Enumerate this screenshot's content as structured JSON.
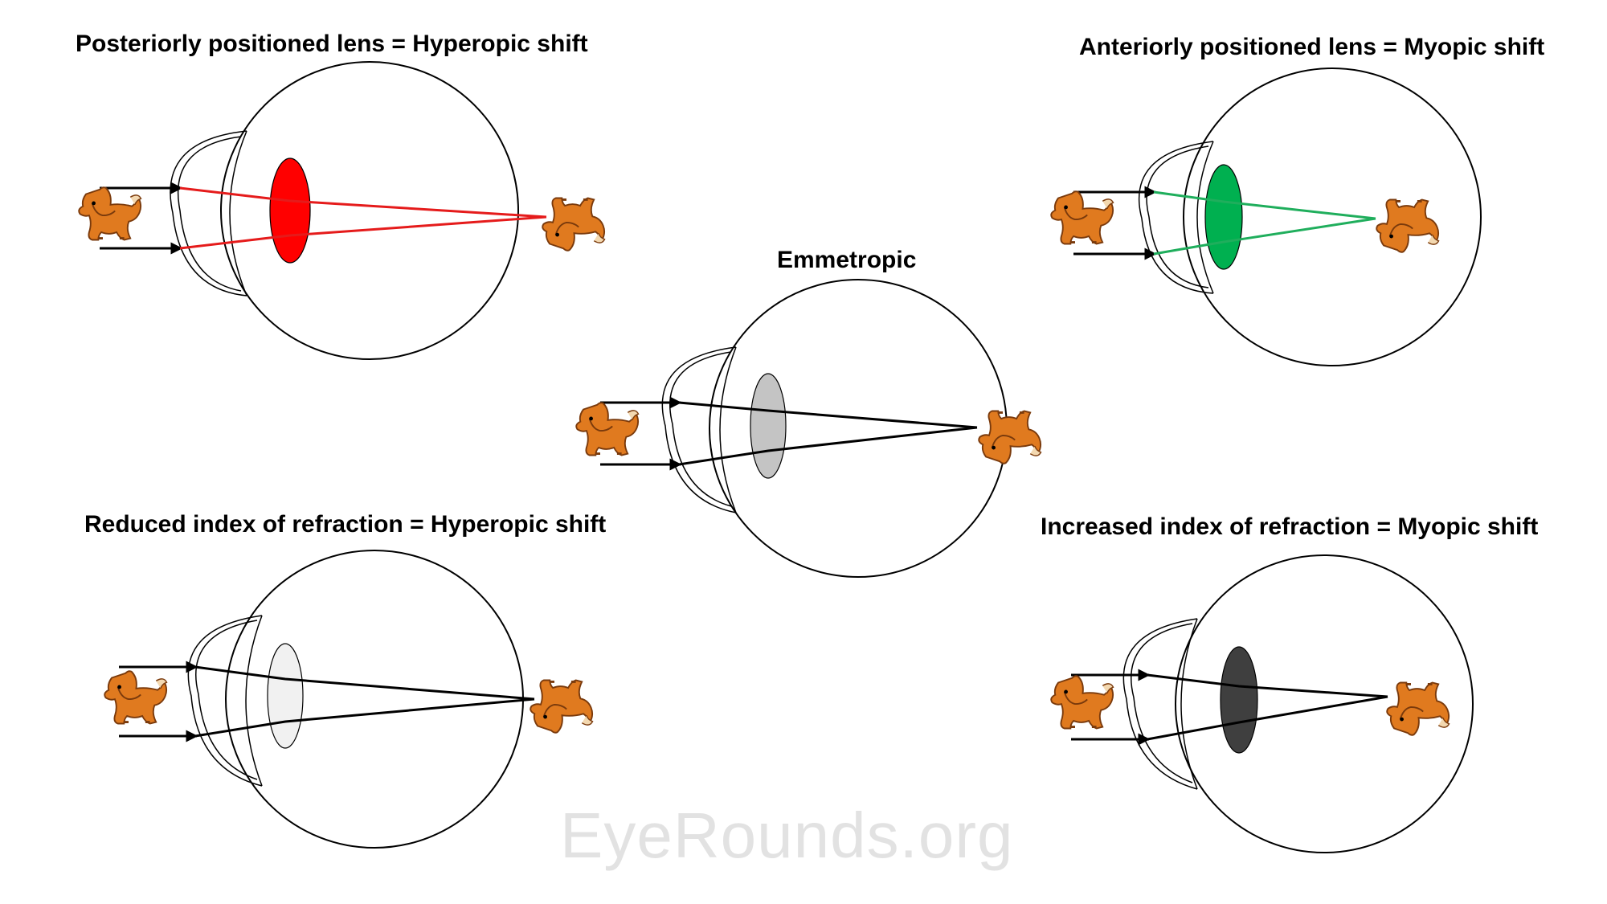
{
  "watermark": "EyeRounds.org",
  "colors": {
    "hyperopic_lens": "#ff0000",
    "hyperopic_ray": "#e51b1b",
    "myopic_lens": "#00b050",
    "myopic_ray": "#1fae5c",
    "emmetropic_lens": "#c4c4c4",
    "reduced_lens": "#f1f1f1",
    "increased_lens": "#3f3f3f",
    "ray_black": "#000000",
    "dog_body": "#e07a1f",
    "dog_dark": "#7a3a0c"
  },
  "panels": [
    {
      "id": "posterior",
      "title": "Posteriorly positioned lens = Hyperopic shift",
      "lens_color_key": "hyperopic_lens",
      "ray_color_key": "hyperopic_ray"
    },
    {
      "id": "anterior",
      "title": "Anteriorly positioned lens = Myopic shift",
      "lens_color_key": "myopic_lens",
      "ray_color_key": "myopic_ray"
    },
    {
      "id": "emmetropic",
      "title": "Emmetropic",
      "lens_color_key": "emmetropic_lens",
      "ray_color_key": "ray_black"
    },
    {
      "id": "reduced",
      "title": "Reduced index of refraction = Hyperopic shift",
      "lens_color_key": "reduced_lens",
      "ray_color_key": "ray_black"
    },
    {
      "id": "increased",
      "title": "Increased index of refraction = Myopic shift",
      "lens_color_key": "increased_lens",
      "ray_color_key": "ray_black"
    }
  ],
  "icons": {
    "object": "dog-icon",
    "image": "inverted-dog-icon"
  }
}
